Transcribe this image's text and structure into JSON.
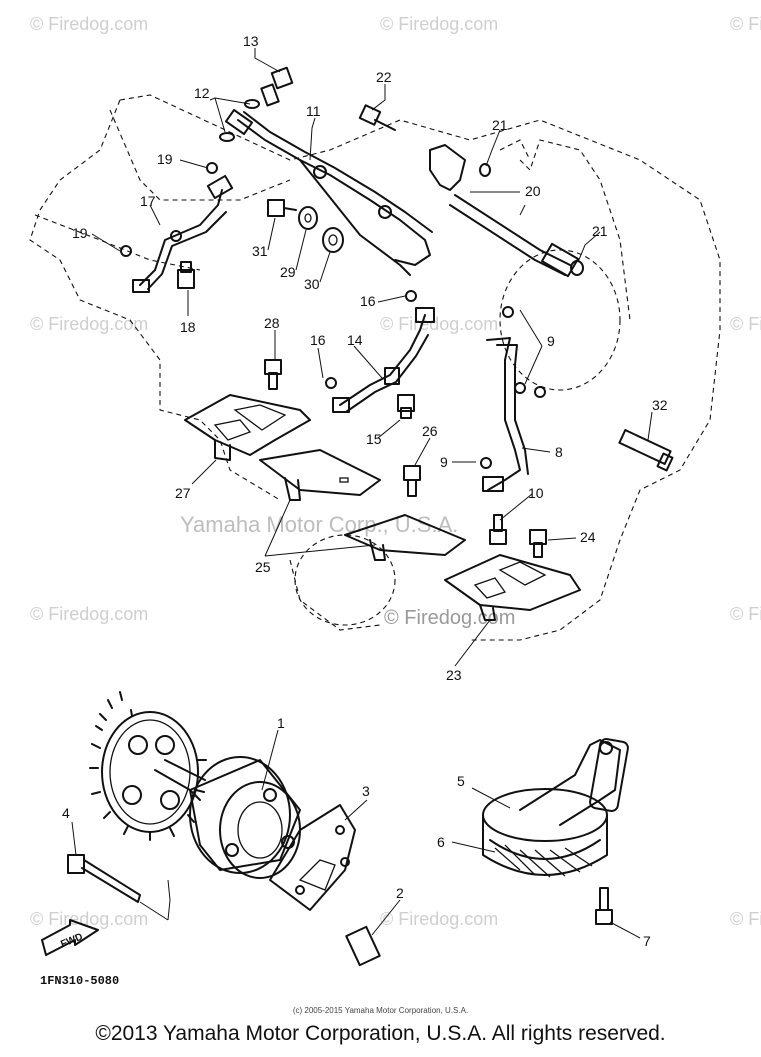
{
  "watermarks": {
    "firedog": "© Firedog.com",
    "yamaha": "Yamaha Motor Corp., U.S.A.",
    "firedog_center": "© Firedog.com"
  },
  "labels": {
    "p1": "1",
    "p2": "2",
    "p3": "3",
    "p4": "4",
    "p5": "5",
    "p6": "6",
    "p7": "7",
    "p8": "8",
    "p9a": "9",
    "p9b": "9",
    "p10": "10",
    "p11": "11",
    "p12": "12",
    "p13": "13",
    "p14": "14",
    "p15": "15",
    "p16a": "16",
    "p16b": "16",
    "p17": "17",
    "p18": "18",
    "p19a": "19",
    "p19b": "19",
    "p20": "20",
    "p21a": "21",
    "p21b": "21",
    "p22": "22",
    "p23": "23",
    "p24": "24",
    "p25": "25",
    "p26": "26",
    "p27": "27",
    "p28": "28",
    "p29": "29",
    "p30": "30",
    "p31": "31",
    "p32": "32"
  },
  "fwd_arrow": "FWD",
  "diagram_code": "1FN310-5080",
  "small_copyright": "(c) 2005-2015 Yamaha Motor Corporation, U.S.A.",
  "footer_copyright": "©2013 Yamaha Motor Corporation, U.S.A. All rights reserved."
}
